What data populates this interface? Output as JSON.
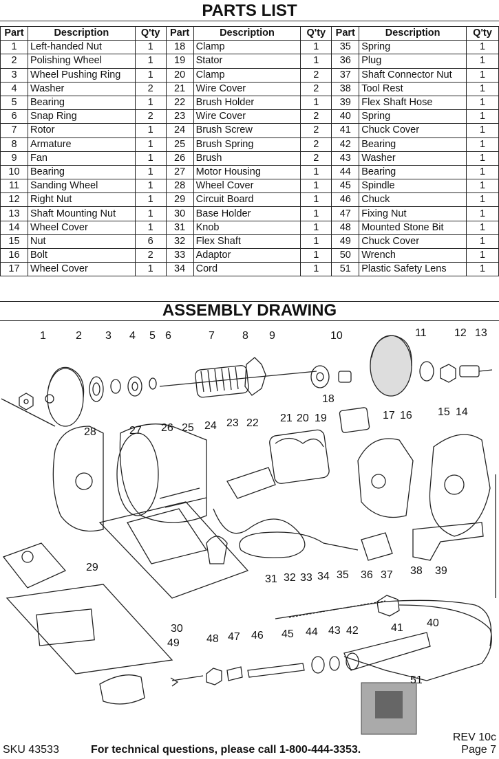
{
  "parts_title": "PARTS LIST",
  "assembly_title": "ASSEMBLY DRAWING",
  "columns": {
    "part": "Part",
    "description": "Description",
    "qty": "Q'ty"
  },
  "parts": [
    {
      "no": "1",
      "desc": "Left-handed Nut",
      "qty": "1"
    },
    {
      "no": "2",
      "desc": "Polishing Wheel",
      "qty": "1"
    },
    {
      "no": "3",
      "desc": "Wheel Pushing Ring",
      "qty": "1"
    },
    {
      "no": "4",
      "desc": "Washer",
      "qty": "2"
    },
    {
      "no": "5",
      "desc": "Bearing",
      "qty": "1"
    },
    {
      "no": "6",
      "desc": "Snap Ring",
      "qty": "2"
    },
    {
      "no": "7",
      "desc": "Rotor",
      "qty": "1"
    },
    {
      "no": "8",
      "desc": "Armature",
      "qty": "1"
    },
    {
      "no": "9",
      "desc": "Fan",
      "qty": "1"
    },
    {
      "no": "10",
      "desc": "Bearing",
      "qty": "1"
    },
    {
      "no": "11",
      "desc": "Sanding Wheel",
      "qty": "1"
    },
    {
      "no": "12",
      "desc": "Right Nut",
      "qty": "1"
    },
    {
      "no": "13",
      "desc": "Shaft Mounting Nut",
      "qty": "1"
    },
    {
      "no": "14",
      "desc": "Wheel Cover",
      "qty": "1"
    },
    {
      "no": "15",
      "desc": "Nut",
      "qty": "6"
    },
    {
      "no": "16",
      "desc": "Bolt",
      "qty": "2"
    },
    {
      "no": "17",
      "desc": "Wheel Cover",
      "qty": "1"
    },
    {
      "no": "18",
      "desc": "Clamp",
      "qty": "1"
    },
    {
      "no": "19",
      "desc": "Stator",
      "qty": "1"
    },
    {
      "no": "20",
      "desc": "Clamp",
      "qty": "2"
    },
    {
      "no": "21",
      "desc": "Wire Cover",
      "qty": "2"
    },
    {
      "no": "22",
      "desc": "Brush Holder",
      "qty": "1"
    },
    {
      "no": "23",
      "desc": "Wire Cover",
      "qty": "2"
    },
    {
      "no": "24",
      "desc": "Brush Screw",
      "qty": "2"
    },
    {
      "no": "25",
      "desc": "Brush Spring",
      "qty": "2"
    },
    {
      "no": "26",
      "desc": "Brush",
      "qty": "2"
    },
    {
      "no": "27",
      "desc": "Motor Housing",
      "qty": "1"
    },
    {
      "no": "28",
      "desc": "Wheel Cover",
      "qty": "1"
    },
    {
      "no": "29",
      "desc": "Circuit Board",
      "qty": "1"
    },
    {
      "no": "30",
      "desc": "Base Holder",
      "qty": "1"
    },
    {
      "no": "31",
      "desc": "Knob",
      "qty": "1"
    },
    {
      "no": "32",
      "desc": "Flex Shaft",
      "qty": "1"
    },
    {
      "no": "33",
      "desc": "Adaptor",
      "qty": "1"
    },
    {
      "no": "34",
      "desc": "Cord",
      "qty": "1"
    },
    {
      "no": "35",
      "desc": "Spring",
      "qty": "1"
    },
    {
      "no": "36",
      "desc": "Plug",
      "qty": "1"
    },
    {
      "no": "37",
      "desc": "Shaft Connector Nut",
      "qty": "1"
    },
    {
      "no": "38",
      "desc": "Tool Rest",
      "qty": "1"
    },
    {
      "no": "39",
      "desc": "Flex Shaft Hose",
      "qty": "1"
    },
    {
      "no": "40",
      "desc": "Spring",
      "qty": "1"
    },
    {
      "no": "41",
      "desc": "Chuck Cover",
      "qty": "1"
    },
    {
      "no": "42",
      "desc": "Bearing",
      "qty": "1"
    },
    {
      "no": "43",
      "desc": "Washer",
      "qty": "1"
    },
    {
      "no": "44",
      "desc": "Bearing",
      "qty": "1"
    },
    {
      "no": "45",
      "desc": "Spindle",
      "qty": "1"
    },
    {
      "no": "46",
      "desc": "Chuck",
      "qty": "1"
    },
    {
      "no": "47",
      "desc": "Fixing Nut",
      "qty": "1"
    },
    {
      "no": "48",
      "desc": "Mounted Stone Bit",
      "qty": "1"
    },
    {
      "no": "49",
      "desc": "Chuck Cover",
      "qty": "1"
    },
    {
      "no": "50",
      "desc": "Wrench",
      "qty": "1"
    },
    {
      "no": "51",
      "desc": "Plastic Safety Lens",
      "qty": "1"
    }
  ],
  "callouts": [
    "1",
    "2",
    "3",
    "4",
    "5",
    "6",
    "7",
    "8",
    "9",
    "10",
    "11",
    "12",
    "13",
    "14",
    "15",
    "16",
    "17",
    "18",
    "19",
    "20",
    "21",
    "22",
    "23",
    "24",
    "25",
    "26",
    "27",
    "28",
    "29",
    "30",
    "31",
    "32",
    "33",
    "34",
    "35",
    "36",
    "37",
    "38",
    "39",
    "40",
    "41",
    "42",
    "43",
    "44",
    "45",
    "46",
    "47",
    "48",
    "49",
    "51"
  ],
  "footer": {
    "sku": "SKU 43533",
    "tech": "For technical questions, please call 1-800-444-3353.",
    "rev": "REV 10c",
    "page": "Page 7"
  }
}
